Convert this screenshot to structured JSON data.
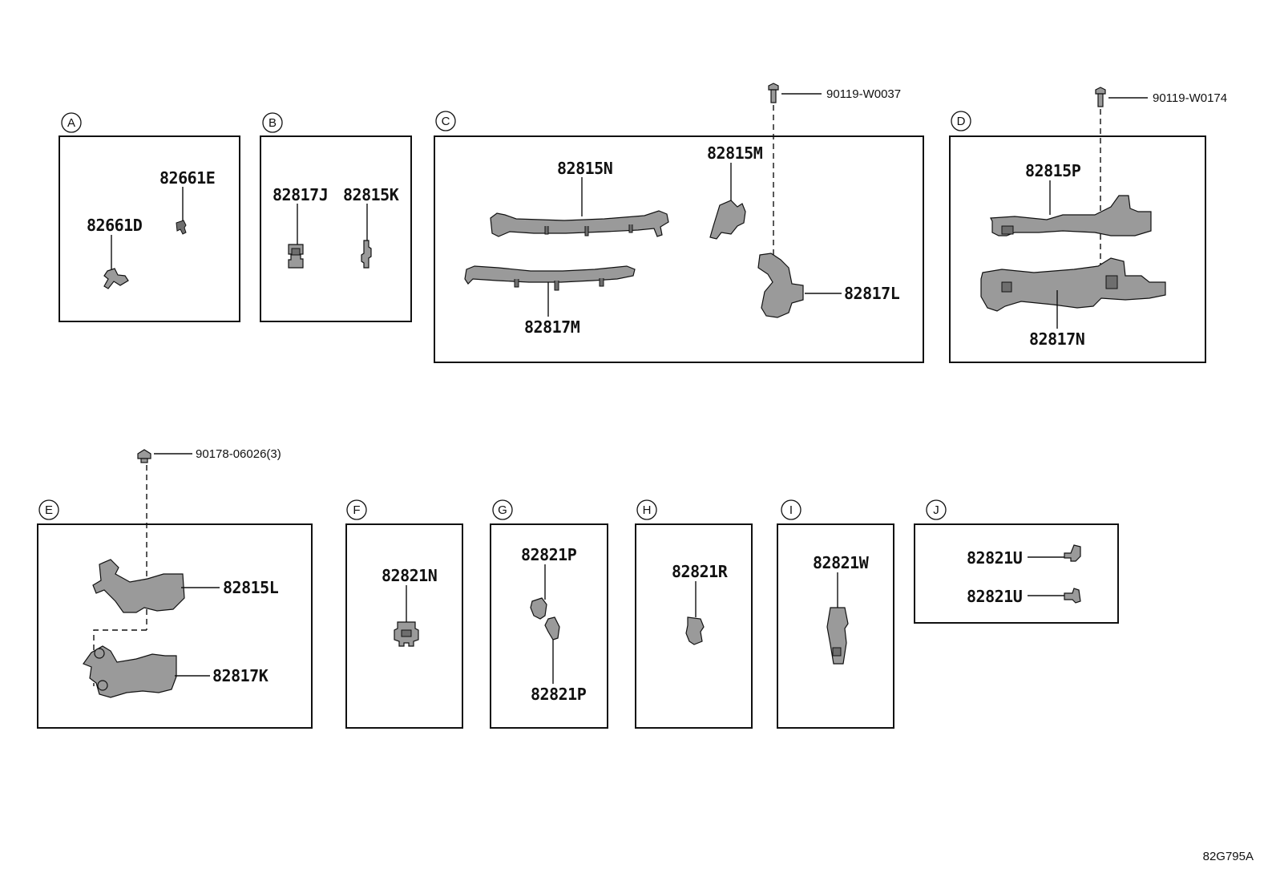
{
  "diagram_code": "82G795A",
  "sections": [
    {
      "letter": "A",
      "parts": [
        "82661E",
        "82661D"
      ]
    },
    {
      "letter": "B",
      "parts": [
        "82817J",
        "82815K"
      ]
    },
    {
      "letter": "C",
      "parts": [
        "82815N",
        "82815M",
        "82817M",
        "82817L"
      ],
      "fastener": "90119-W0037"
    },
    {
      "letter": "D",
      "parts": [
        "82815P",
        "82817N"
      ],
      "fastener": "90119-W0174"
    },
    {
      "letter": "E",
      "parts": [
        "82815L",
        "82817K"
      ],
      "fastener": "90178-06026(3)"
    },
    {
      "letter": "F",
      "parts": [
        "82821N"
      ]
    },
    {
      "letter": "G",
      "parts": [
        "82821P",
        "82821P"
      ]
    },
    {
      "letter": "H",
      "parts": [
        "82821R"
      ]
    },
    {
      "letter": "I",
      "parts": [
        "82821W"
      ]
    },
    {
      "letter": "J",
      "parts": [
        "82821U",
        "82821U"
      ]
    }
  ]
}
